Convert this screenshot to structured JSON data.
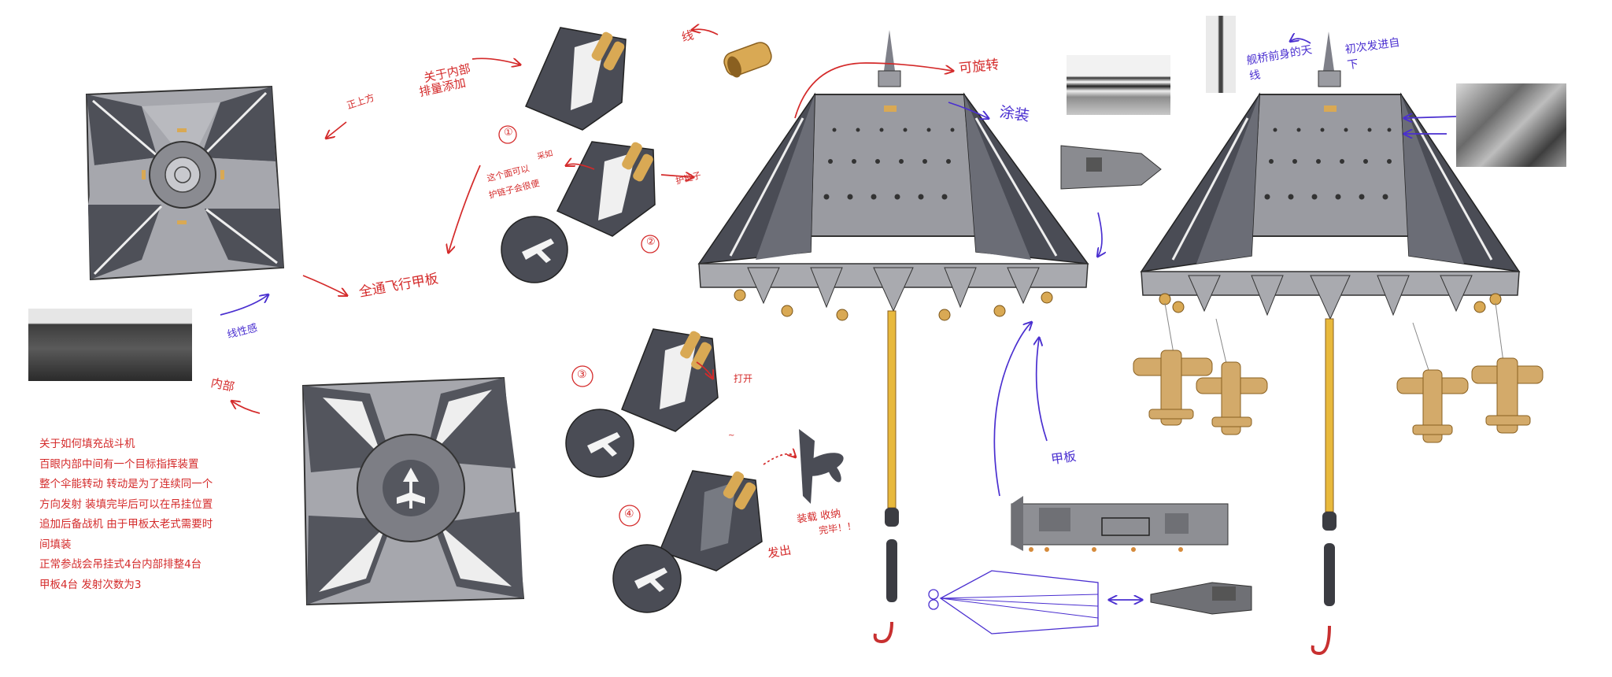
{
  "annotations": {
    "north": "正上方",
    "about_inner": "关于内部",
    "exhaust_add": "排量添加",
    "num1": "①",
    "num2": "②",
    "num3": "③",
    "num4": "④",
    "line": "线",
    "rotate": "可旋转",
    "paint": "涂装",
    "side_note_a": "这个面可以",
    "side_note_b": "护链子会很便",
    "small_a": "采如",
    "small_b": "护链子",
    "flight_deck": "全通飞行甲板",
    "linear_feel": "线性感",
    "inside": "内部",
    "open": "打开",
    "fire": "发出",
    "equip": "装载 收纳",
    "done": "完毕！！",
    "deck": "甲板",
    "bridge": "舰桥前身的天线",
    "initial_pos": "初次发进自下",
    "tilde": "~"
  },
  "notes": [
    "关于如何填充战斗机",
    "百眼内部中间有一个目标指挥装置",
    "整个伞能转动 转动是为了连续同一个",
    "方向发射 装填完毕后可以在吊挂位置",
    "追加后备战机 由于甲板太老式需要时",
    "间填装",
    "正常参战会吊挂式4台内部排整4台",
    "甲板4台   发射次数为3"
  ],
  "colors": {
    "canopy_dark": "#4a4c55",
    "canopy_light": "#9a9ba1",
    "ink_red": "#d42a2a",
    "ink_blue": "#4a2fd0",
    "gold": "#d9a954",
    "shaft": "#e8b93c"
  }
}
